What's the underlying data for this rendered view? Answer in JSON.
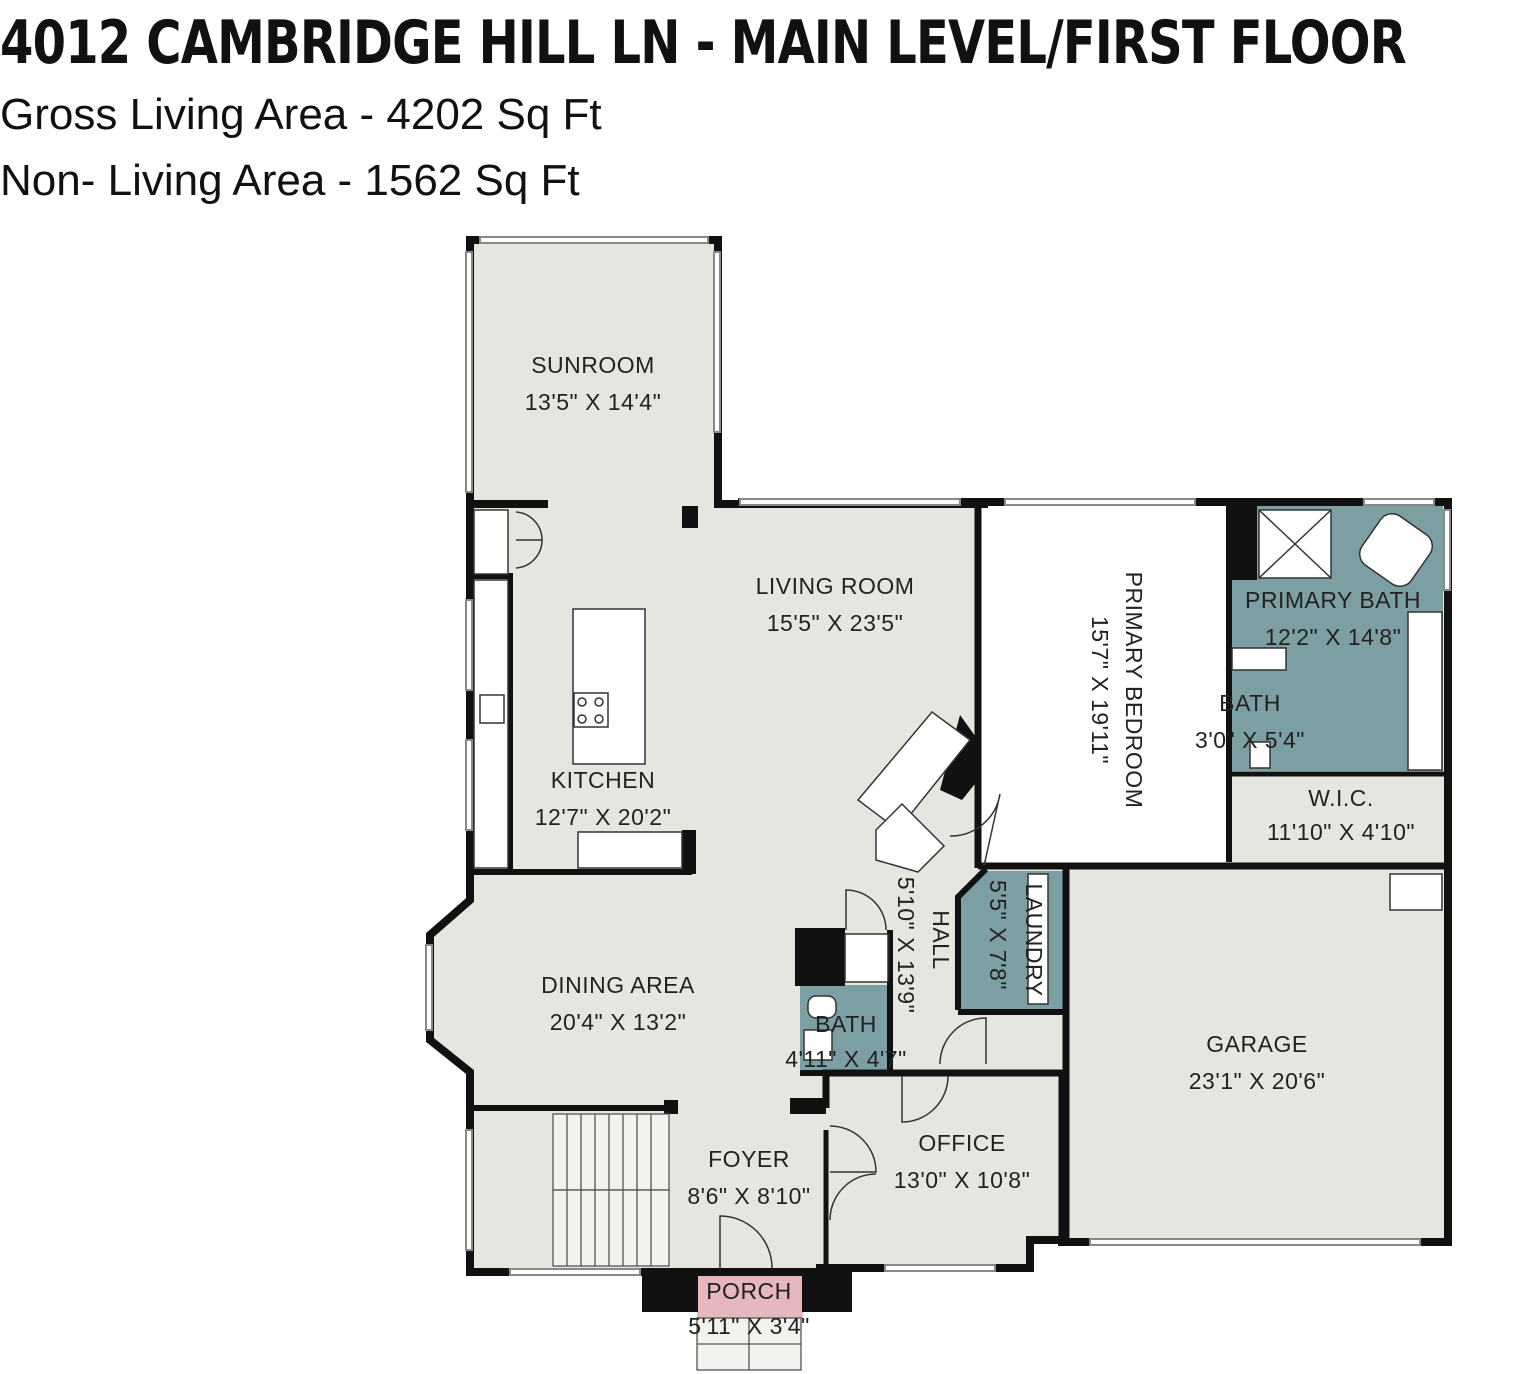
{
  "header": {
    "title": "4012 CAMBRIDGE HILL LN - MAIN LEVEL/FIRST FLOOR",
    "gross_living": "Gross Living Area - 4202 Sq Ft",
    "non_living": "Non- Living Area - 1562 Sq Ft"
  },
  "colors": {
    "floor": "#e6e6e1",
    "wall": "#111111",
    "wet_room": "#7b9fa3",
    "porch": "#e6b7bd",
    "fixture": "#ffffff"
  },
  "rooms": {
    "sunroom": {
      "name": "SUNROOM",
      "dim": "13'5\" X 14'4\""
    },
    "living_room": {
      "name": "LIVING ROOM",
      "dim": "15'5\" X 23'5\""
    },
    "primary_bedroom": {
      "name": "PRIMARY BEDROOM",
      "dim": "15'7\" X 19'11\""
    },
    "primary_bath": {
      "name": "PRIMARY BATH",
      "dim": "12'2\" X 14'8\""
    },
    "bath_small": {
      "name": "BATH",
      "dim": "3'0\" X 5'4\""
    },
    "wic": {
      "name": "W.I.C.",
      "dim": "11'10\" X 4'10\""
    },
    "kitchen": {
      "name": "KITCHEN",
      "dim": "12'7\" X 20'2\""
    },
    "hall": {
      "name": "HALL",
      "dim": "5'10\" X 13'9\""
    },
    "laundry": {
      "name": "LAUNDRY",
      "dim": "5'5\" X 7'8\""
    },
    "dining": {
      "name": "DINING AREA",
      "dim": "20'4\" X 13'2\""
    },
    "bath_half": {
      "name": "BATH",
      "dim": "4'11\" X 4'7\""
    },
    "garage": {
      "name": "GARAGE",
      "dim": "23'1\" X 20'6\""
    },
    "foyer": {
      "name": "FOYER",
      "dim": "8'6\" X 8'10\""
    },
    "office": {
      "name": "OFFICE",
      "dim": "13'0\" X 10'8\""
    },
    "porch": {
      "name": "PORCH",
      "dim": "5'11\" X 3'4\""
    }
  }
}
